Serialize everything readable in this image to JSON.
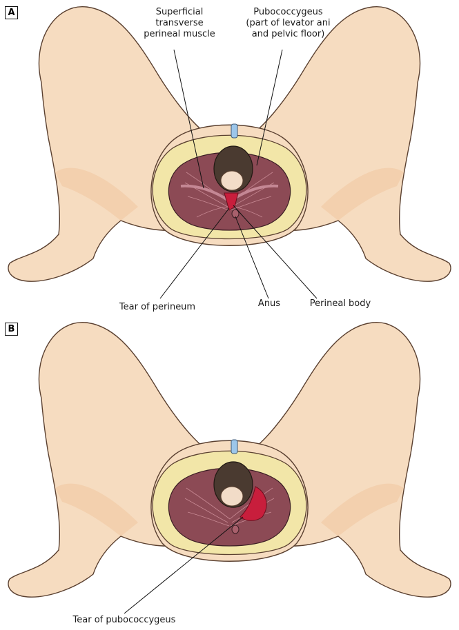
{
  "panel_a": {
    "letter": "A",
    "labels": {
      "superficial_line1": "Superficial",
      "superficial_line2": "transverse",
      "superficial_line3": "perineal muscle",
      "pubo_line1": "Pubococcygeus",
      "pubo_line2": "(part of levator ani",
      "pubo_line3": "and pelvic floor)",
      "tear_perineum": "Tear of perineum",
      "anus": "Anus",
      "perineal_body": "Perineal body"
    }
  },
  "panel_b": {
    "letter": "B",
    "labels": {
      "tear_pubo": "Tear of pubococcygeus"
    }
  },
  "colors": {
    "skin": "#f6dcc0",
    "skin_shadow": "#eebb8c",
    "bone": "#f2e6a8",
    "muscle": "#8c4a55",
    "tear": "#c81e3c",
    "hair": "#4a3a30",
    "pubic_symphysis": "#9cc6ea"
  }
}
